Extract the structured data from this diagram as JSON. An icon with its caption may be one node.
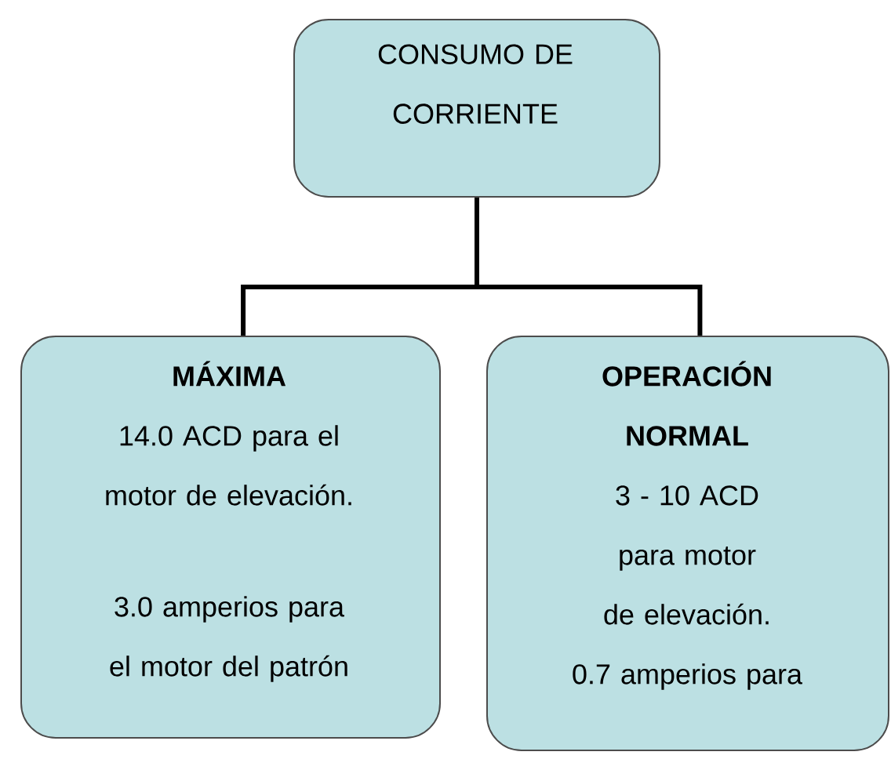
{
  "diagram": {
    "nodes": [
      {
        "text": [
          "CONSUMO DE CORRIENTE"
        ]
      },
      {
        "text": [
          "MÁXIMA",
          "14.0 ACD para el motor de elevación.",
          "3.0 amperios para el motor del patrón"
        ]
      },
      {
        "text": [
          "OPERACIÓN NORMAL",
          "3 - 10 ACD para motor de elevación.",
          "0.7 amperios para"
        ]
      }
    ],
    "edges": [
      {
        "from": 0,
        "to": 1,
        "arrow": "none"
      },
      {
        "from": 0,
        "to": 2,
        "arrow": "none"
      }
    ]
  }
}
